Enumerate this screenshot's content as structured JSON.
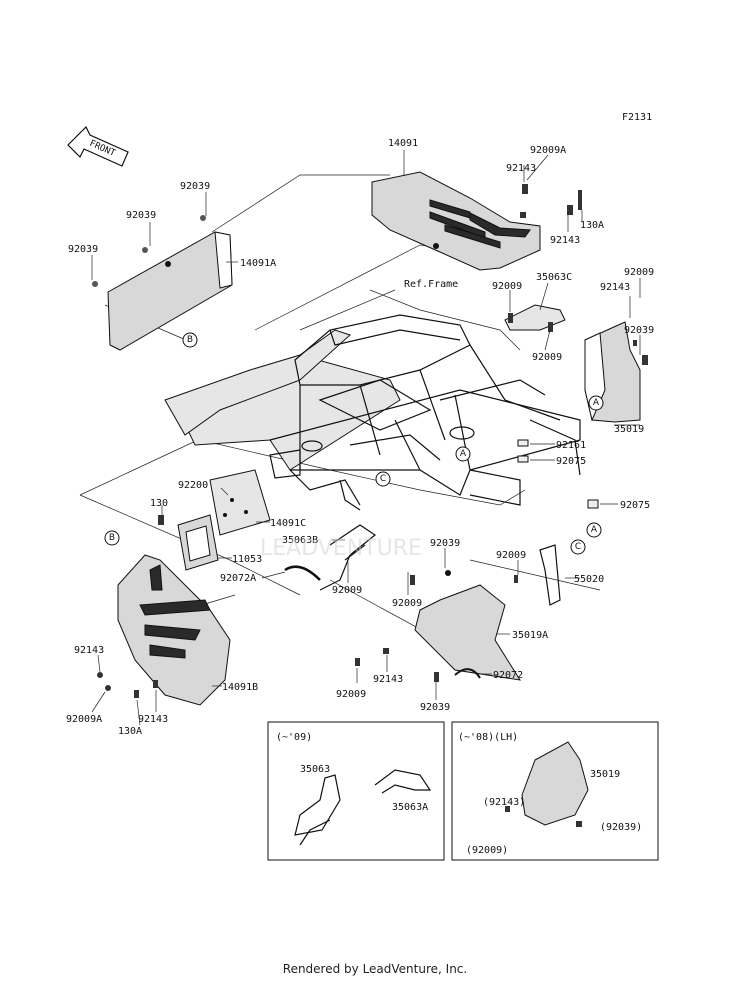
{
  "figure_code": "F2131",
  "front_label": "FRONT",
  "ref_frame": "Ref.Frame",
  "watermark": "LEADVENTURE",
  "footer": "Rendered by LeadVenture, Inc.",
  "callouts": {
    "c14091": "14091",
    "c92009A_top": "92009A",
    "c92143_top1": "92143",
    "c92143_top2": "92143",
    "c130A_top": "130A",
    "c92039_a": "92039",
    "c92039_b": "92039",
    "c92039_c": "92039",
    "c14091A": "14091A",
    "c35063C": "35063C",
    "c92009_r1": "92009",
    "c92009_r2": "92009",
    "c92143_r": "92143",
    "c92009_r3": "92009",
    "c92039_r": "92039",
    "c35019": "35019",
    "c92161": "92161",
    "c92075_a": "92075",
    "c92075_b": "92075",
    "c92200": "92200",
    "c130": "130",
    "c14091C": "14091C",
    "c35063B": "35063B",
    "c11053": "11053",
    "c92072A": "92072A",
    "c92009_m1": "92009",
    "c92009_m2": "92009",
    "c92039_m": "92039",
    "c92009_m3": "92009",
    "c55020": "55020",
    "c35019A": "35019A",
    "c92072": "92072",
    "c92009_m4": "92009",
    "c92143_m": "92143",
    "c92039_m2": "92039",
    "c92143_l1": "92143",
    "c92009A_l": "92009A",
    "c92143_l2": "92143",
    "c130A_l": "130A",
    "c14091B": "14091B"
  },
  "markers": {
    "A1": "A",
    "A2": "A",
    "A3": "A",
    "B1": "B",
    "B2": "B",
    "C1": "C",
    "C2": "C"
  },
  "inset_left": {
    "title": "(~'09)",
    "c35063": "35063",
    "c35063A": "35063A"
  },
  "inset_right": {
    "title": "(~'08)(LH)",
    "c35019": "35019",
    "c92143": "(92143)",
    "c92039": "(92039)",
    "c92009": "(92009)"
  }
}
